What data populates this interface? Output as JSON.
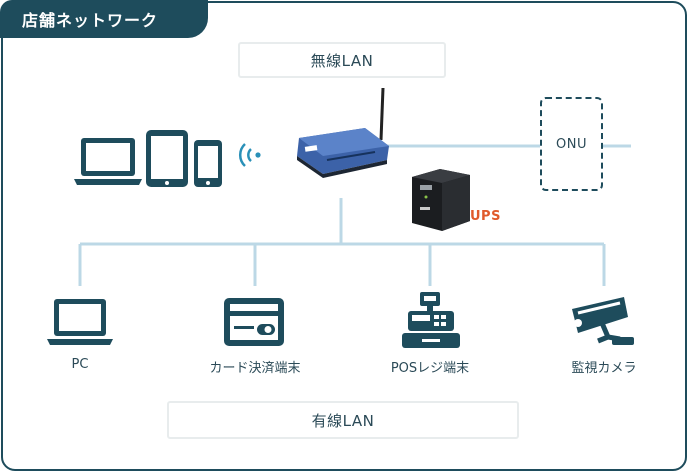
{
  "header": {
    "title": "店舗ネットワーク"
  },
  "bands": {
    "wireless": "無線LAN",
    "wired": "有線LAN"
  },
  "nodes": {
    "onu": "ONU",
    "ups": "UPS",
    "pc": "PC",
    "card_terminal": "カード決済端末",
    "pos_register": "POSレジ端末",
    "camera": "監視カメラ"
  },
  "icons": [
    "laptop-icon",
    "tablet-icon",
    "smartphone-icon",
    "wifi-icon",
    "router-icon",
    "ups-icon",
    "pc-icon",
    "card-terminal-icon",
    "pos-register-icon",
    "security-camera-icon"
  ],
  "colors": {
    "primary": "#1e4c5c",
    "line": "#bcd8e6",
    "ups_label": "#e05a2b",
    "band_border": "#e8eced"
  }
}
